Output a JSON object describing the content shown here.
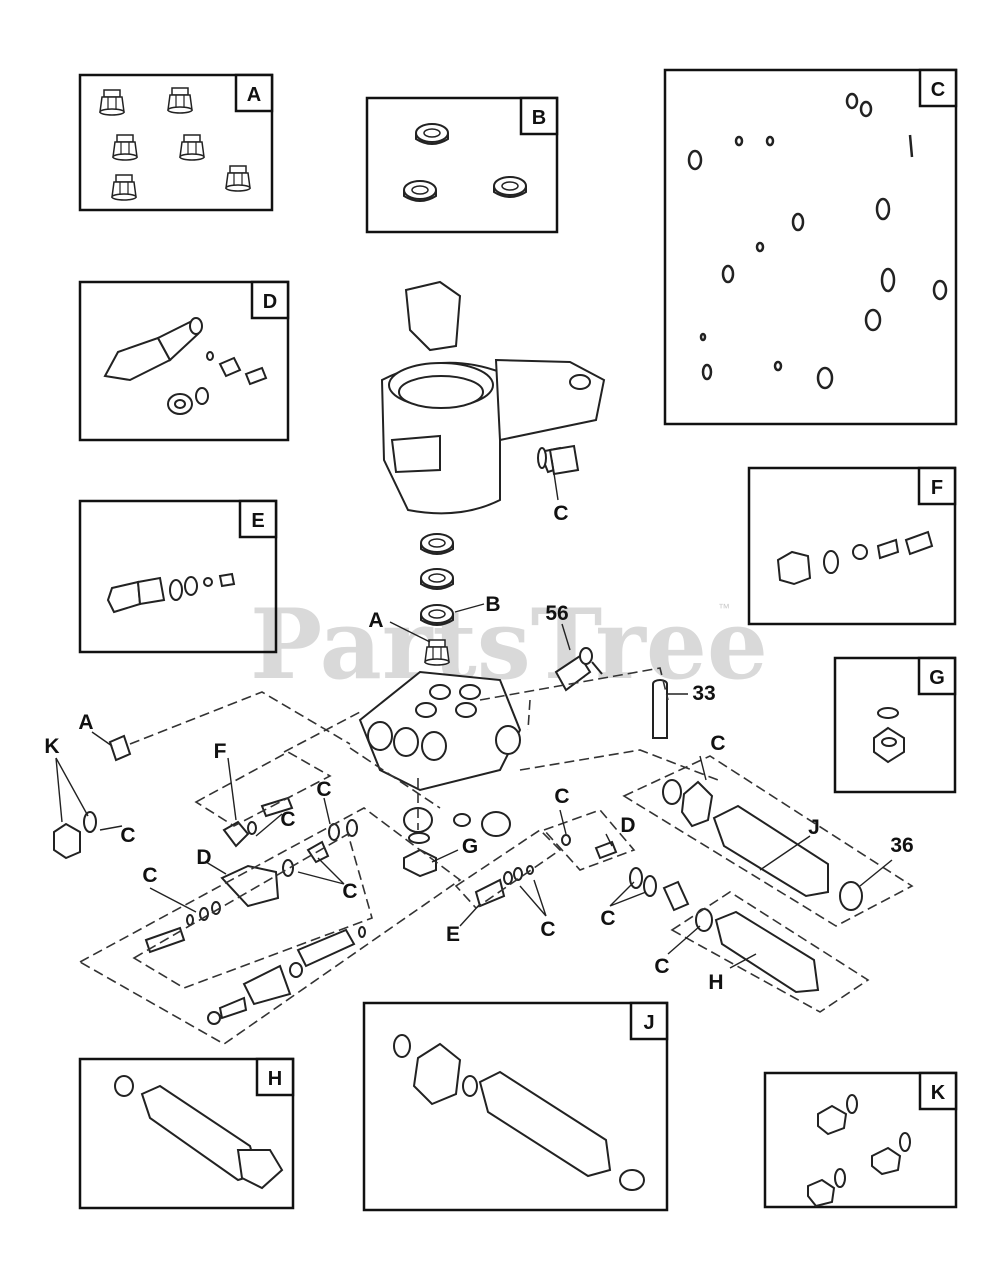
{
  "watermark": {
    "text": "PartsTree",
    "trademark": "™"
  },
  "kits": [
    {
      "letter": "A"
    },
    {
      "letter": "B"
    },
    {
      "letter": "C"
    },
    {
      "letter": "D"
    },
    {
      "letter": "E"
    },
    {
      "letter": "F"
    },
    {
      "letter": "G"
    },
    {
      "letter": "H"
    },
    {
      "letter": "J"
    },
    {
      "letter": "K"
    }
  ],
  "callouts": [
    {
      "text": "C"
    },
    {
      "text": "B"
    },
    {
      "text": "A"
    },
    {
      "text": "56"
    },
    {
      "text": "33"
    },
    {
      "text": "A"
    },
    {
      "text": "K"
    },
    {
      "text": "C"
    },
    {
      "text": "F"
    },
    {
      "text": "C"
    },
    {
      "text": "C"
    },
    {
      "text": "D"
    },
    {
      "text": "C"
    },
    {
      "text": "C"
    },
    {
      "text": "G"
    },
    {
      "text": "C"
    },
    {
      "text": "D"
    },
    {
      "text": "E"
    },
    {
      "text": "C"
    },
    {
      "text": "C"
    },
    {
      "text": "C"
    },
    {
      "text": "J"
    },
    {
      "text": "36"
    },
    {
      "text": "C"
    },
    {
      "text": "H"
    }
  ]
}
